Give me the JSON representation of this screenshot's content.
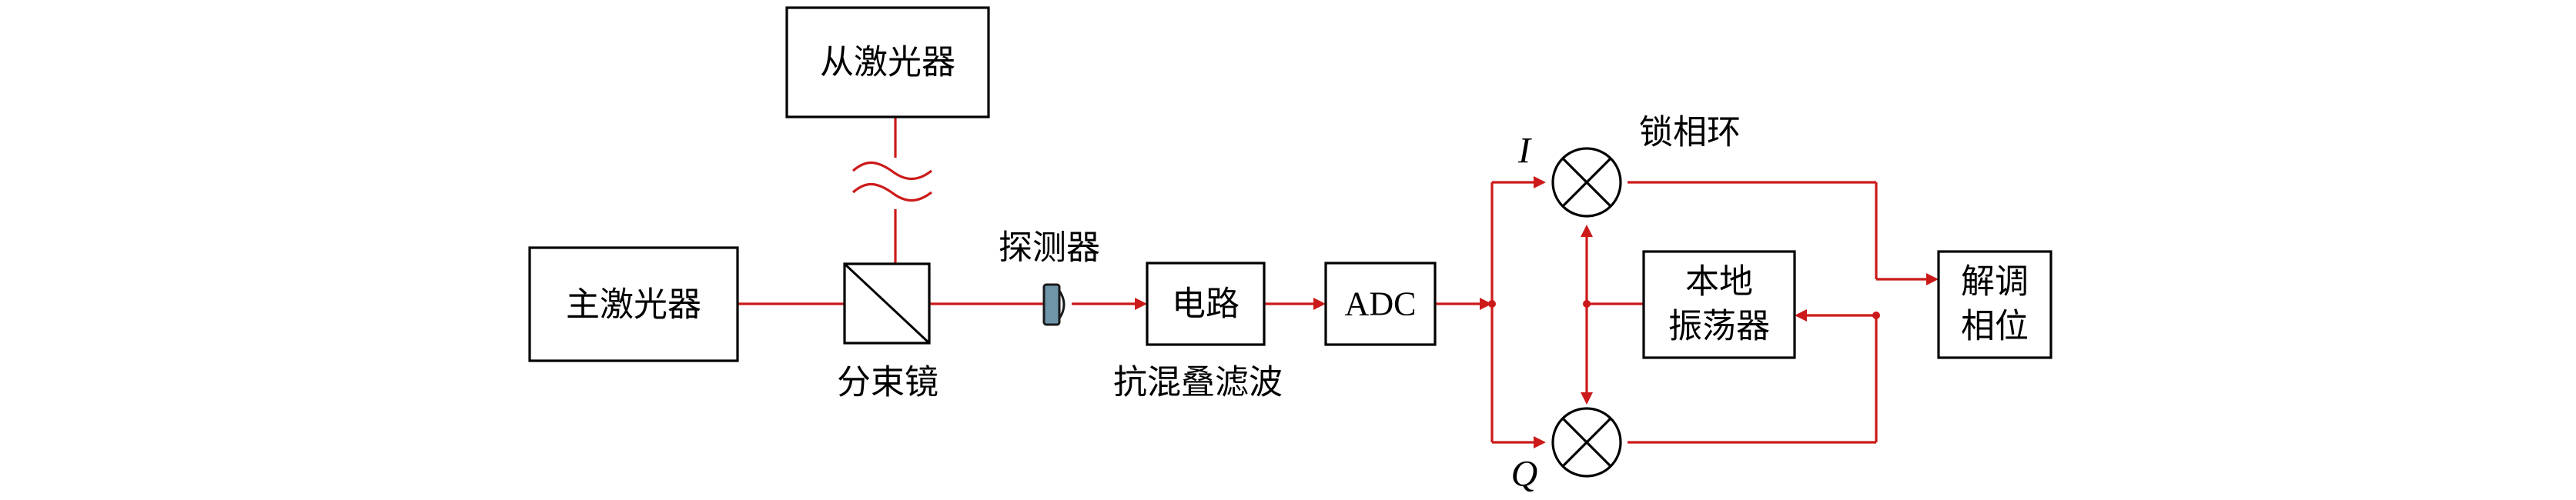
{
  "diagram": {
    "slave_laser": "从激光器",
    "master_laser": "主激光器",
    "beam_splitter": "分束镜",
    "detector": "探测器",
    "circuit": "电路",
    "anti_alias_filter": "抗混叠滤波",
    "adc": "ADC",
    "pll": "锁相环",
    "local_osc_line1": "本地",
    "local_osc_line2": "振荡器",
    "demod_line1": "解调",
    "demod_line2": "相位",
    "i_label": "I",
    "q_label": "Q"
  },
  "colors": {
    "signal_line": "#cc1a1a",
    "box_stroke": "#000000",
    "detector_fill": "#6f95a8"
  }
}
